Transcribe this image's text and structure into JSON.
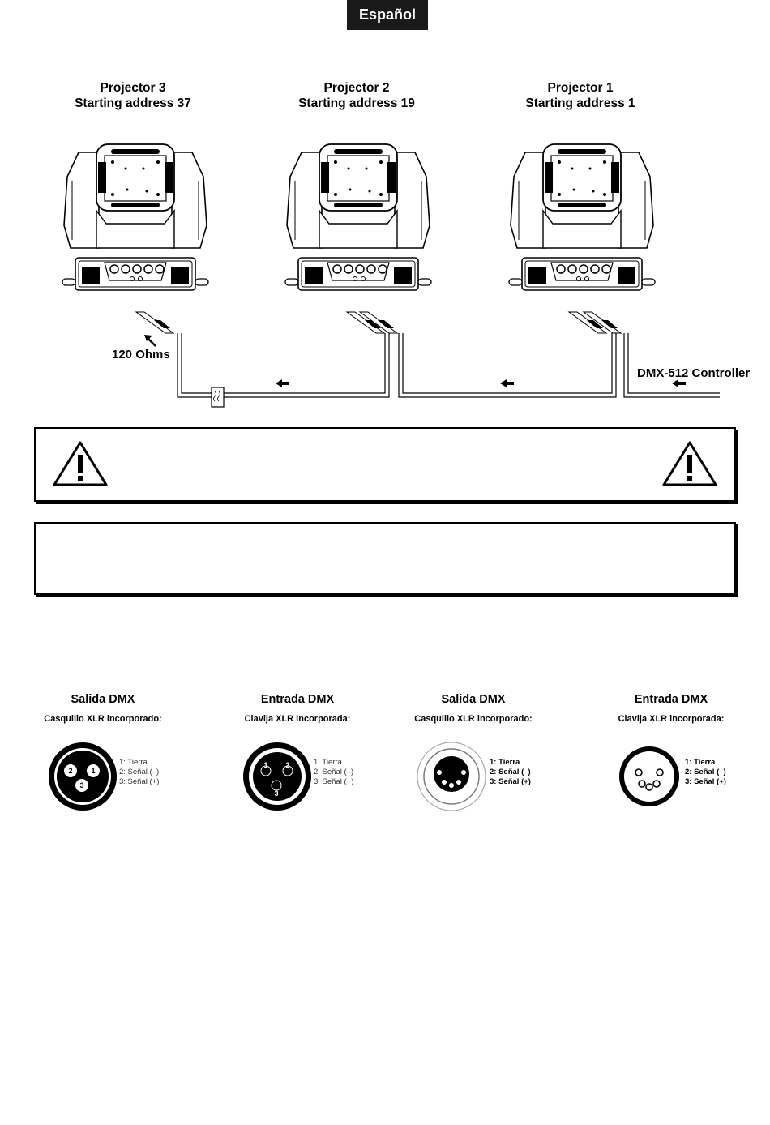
{
  "header": {
    "language": "Español"
  },
  "projectors": [
    {
      "name": "Projector 3",
      "address": "Starting address 37"
    },
    {
      "name": "Projector 2",
      "address": "Starting address 19"
    },
    {
      "name": "Projector 1",
      "address": "Starting address 1"
    }
  ],
  "wiring": {
    "terminator_label": "120 Ohms",
    "controller_label": "DMX-512 Controller"
  },
  "connectors": [
    {
      "title": "Salida DMX",
      "subtitle": "Casquillo XLR incorporado:",
      "pins": [
        "1: Tierra",
        "2: Señal (–)",
        "3: Señal (+)"
      ]
    },
    {
      "title": "Entrada DMX",
      "subtitle": "Clavija XLR incorporada:",
      "pins": [
        "1: Tierra",
        "2: Señal (–)",
        "3: Señal (+)"
      ]
    },
    {
      "title": "Salida DMX",
      "subtitle": "Casquillo XLR incorporado:",
      "pins": [
        "1: Tierra",
        "2: Señal (–)",
        "3: Señal (+)"
      ]
    },
    {
      "title": "Entrada DMX",
      "subtitle": "Clavija XLR incorporada:",
      "pins": [
        "1: Tierra",
        "2: Señal (–)",
        "3: Señal (+)"
      ]
    }
  ]
}
